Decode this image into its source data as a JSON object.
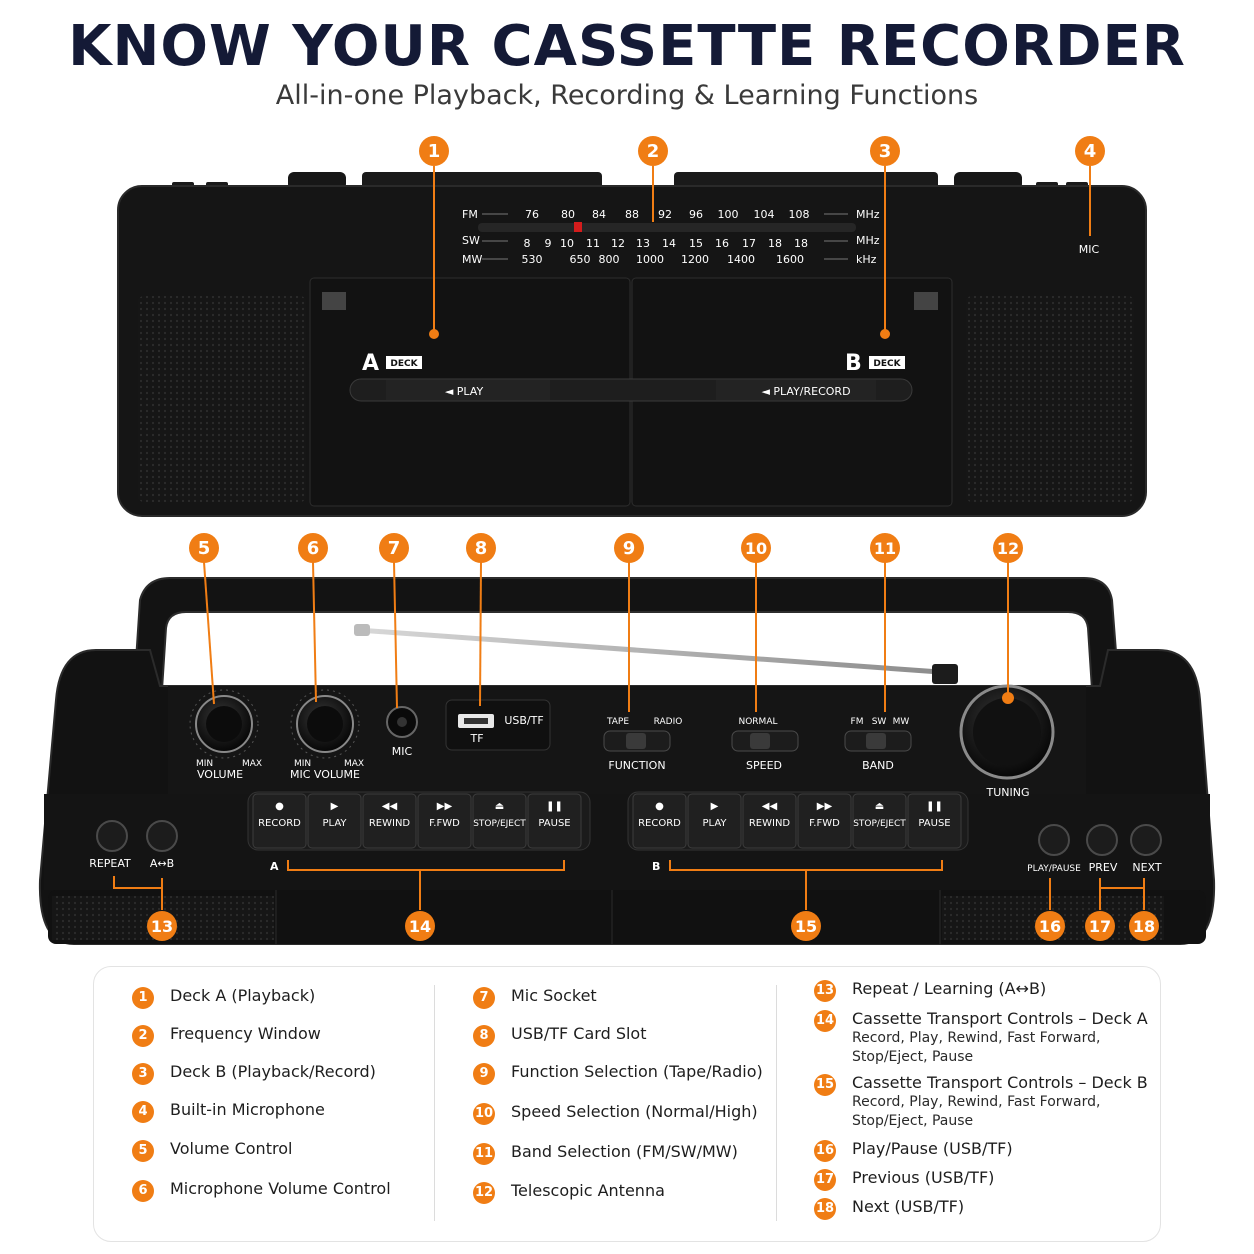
{
  "header": {
    "title": "KNOW YOUR CASSETTE RECORDER",
    "subtitle": "All-in-one Playback, Recording & Learning Functions"
  },
  "colors": {
    "accent": "#f07d14",
    "device": "#141414",
    "title": "#141a36"
  },
  "front": {
    "dial_bands": [
      "FM",
      "SW",
      "MW"
    ],
    "fm_scale": [
      "76",
      "80",
      "84",
      "88",
      "92",
      "96",
      "100",
      "104",
      "108"
    ],
    "sw_scale": [
      "8",
      "9",
      "10",
      "11",
      "12",
      "13",
      "14",
      "15",
      "16",
      "17",
      "18",
      "18"
    ],
    "mw_scale": [
      "530",
      "650",
      "800",
      "1000",
      "1200",
      "1400",
      "1600"
    ],
    "units": [
      "MHz",
      "MHz",
      "kHz"
    ],
    "mic_label": "MIC",
    "deck_a_letter": "A",
    "deck_b_letter": "B",
    "deck_tag": "DECK",
    "deck_a_button": "◄ PLAY",
    "deck_b_button": "◄ PLAY/RECORD"
  },
  "top": {
    "volume": {
      "label": "VOLUME",
      "min": "MIN",
      "max": "MAX"
    },
    "mic_volume": {
      "label": "MIC VOLUME",
      "min": "MIN",
      "max": "MAX"
    },
    "mic_socket": "MIC",
    "usb": "USB/TF",
    "tf": "TF",
    "function": {
      "left": "TAPE",
      "right": "RADIO",
      "label": "FUNCTION"
    },
    "speed": {
      "top": "NORMAL",
      "label": "SPEED"
    },
    "band": {
      "opts": [
        "FM",
        "SW",
        "MW"
      ],
      "label": "BAND"
    },
    "tuning": "TUNING",
    "transport_labels": [
      "RECORD",
      "PLAY",
      "REWIND",
      "F.FWD",
      "STOP/EJECT",
      "PAUSE"
    ],
    "transport_icons": [
      "●",
      "▶",
      "◀◀",
      "▶▶",
      "⏏",
      "❚❚"
    ],
    "deck_a": "A",
    "deck_b": "B",
    "repeat": "REPEAT",
    "ab": "A↔B",
    "play_pause": "PLAY/PAUSE",
    "prev": "PREV",
    "next": "NEXT"
  },
  "callouts": [
    "1",
    "2",
    "3",
    "4",
    "5",
    "6",
    "7",
    "8",
    "9",
    "10",
    "11",
    "12",
    "13",
    "14",
    "15",
    "16",
    "17",
    "18"
  ],
  "legend": {
    "col1": [
      {
        "num": "1",
        "text": "Deck A (Playback)"
      },
      {
        "num": "2",
        "text": "Frequency Window"
      },
      {
        "num": "3",
        "text": "Deck B (Playback/Record)"
      },
      {
        "num": "4",
        "text": "Built-in Microphone"
      },
      {
        "num": "5",
        "text": "Volume Control"
      },
      {
        "num": "6",
        "text": "Microphone Volume Control"
      }
    ],
    "col2": [
      {
        "num": "7",
        "text": "Mic Socket"
      },
      {
        "num": "8",
        "text": "USB/TF Card Slot"
      },
      {
        "num": "9",
        "text": "Function Selection (Tape/Radio)"
      },
      {
        "num": "10",
        "text": "Speed Selection (Normal/High)"
      },
      {
        "num": "11",
        "text": "Band Selection (FM/SW/MW)"
      },
      {
        "num": "12",
        "text": "Telescopic Antenna"
      }
    ],
    "col3": [
      {
        "num": "13",
        "text": "Repeat / Learning (A↔B)",
        "sub": []
      },
      {
        "num": "14",
        "text": "Cassette Transport Controls – Deck A",
        "sub": [
          "Record, Play, Rewind, Fast Forward,",
          "Stop/Eject, Pause"
        ]
      },
      {
        "num": "15",
        "text": "Cassette Transport Controls – Deck B",
        "sub": [
          "Record, Play, Rewind, Fast Forward,",
          "Stop/Eject, Pause"
        ]
      },
      {
        "num": "16",
        "text": "Play/Pause (USB/TF)",
        "sub": []
      },
      {
        "num": "17",
        "text": "Previous (USB/TF)",
        "sub": []
      },
      {
        "num": "18",
        "text": "Next (USB/TF)",
        "sub": []
      }
    ]
  }
}
